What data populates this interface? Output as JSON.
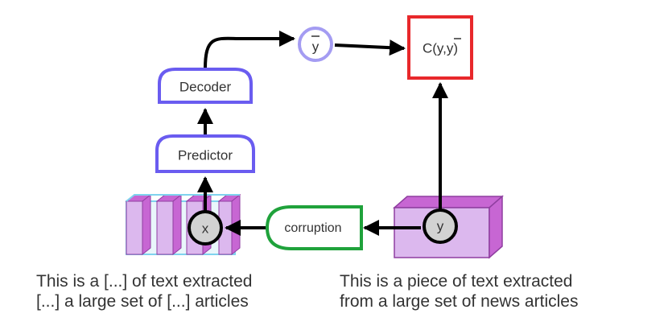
{
  "nodes": {
    "y_bar": "y",
    "cost": "C(y,y)",
    "decoder": "Decoder",
    "predictor": "Predictor",
    "corruption": "corruption",
    "x": "x",
    "y": "y"
  },
  "captions": {
    "corrupted": [
      "This is a [...] of text extracted",
      "[...] a large set of [...] articles"
    ],
    "original": [
      "This is a piece of text extracted",
      "from a large set of news articles"
    ]
  },
  "colors": {
    "blue": "#6a5cf0",
    "red": "#e8282b",
    "green": "#1fa23b",
    "magenta": "#c766d3",
    "lavender": "#dcb8ee",
    "cyan": "#7fd3ee",
    "grey": "#d2d2d2",
    "text": "#333333"
  }
}
